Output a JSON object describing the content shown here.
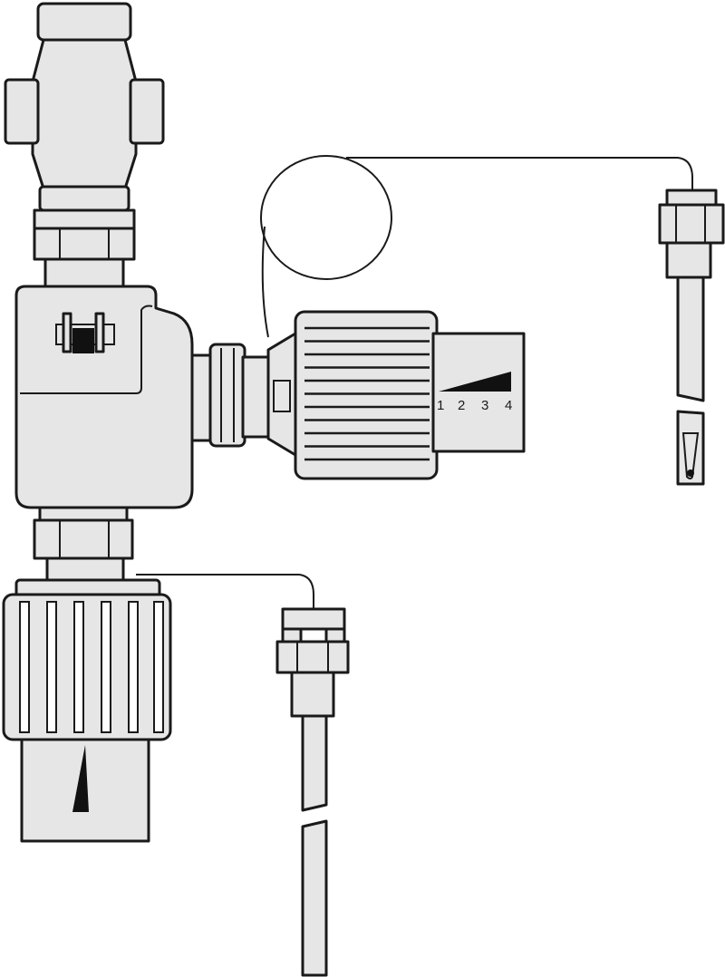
{
  "colors": {
    "stroke": "#1a1a1a",
    "body_fill": "#e6e6e6",
    "background": "#ffffff",
    "mark": "#111111"
  },
  "scale": {
    "numbers": [
      "1",
      "2",
      "3",
      "4"
    ]
  }
}
